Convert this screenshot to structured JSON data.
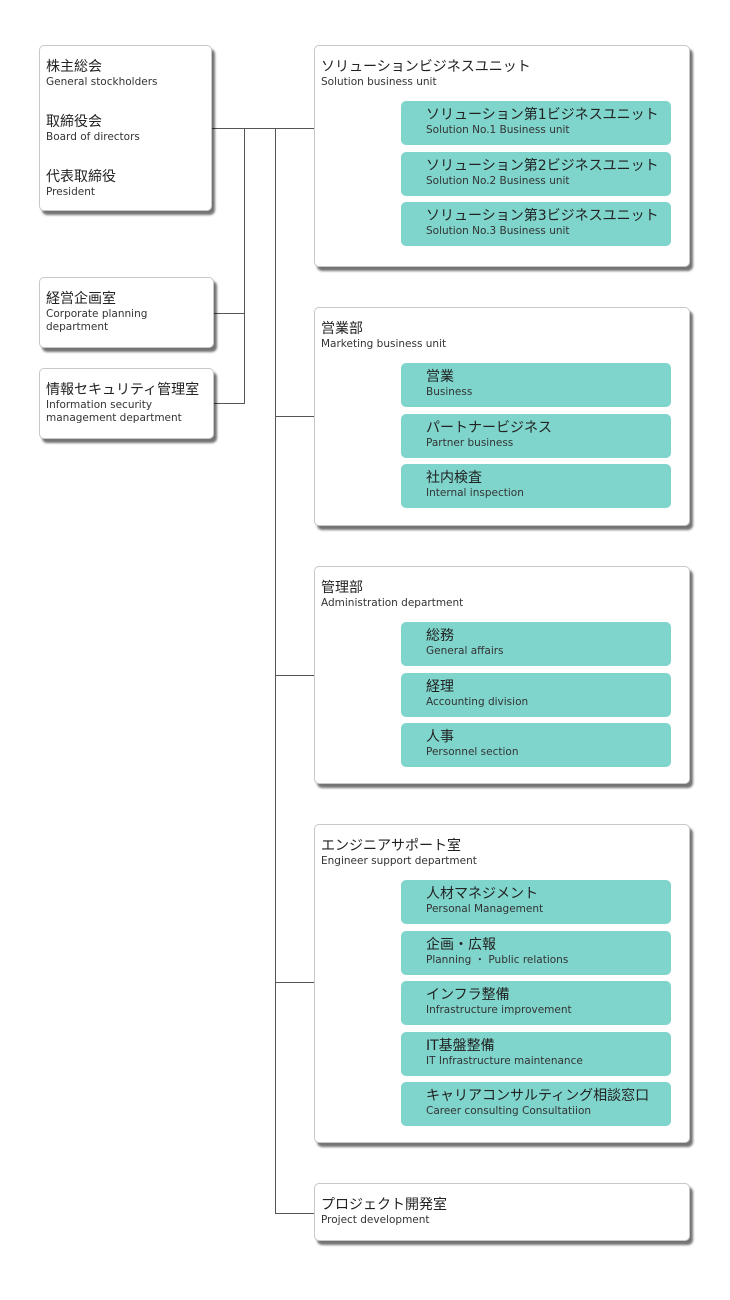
{
  "top_box": [
    {
      "jp": "株主総会",
      "en": "General stockholders"
    },
    {
      "jp": "取締役会",
      "en": "Board of directors"
    },
    {
      "jp": "代表取締役",
      "en": "President"
    }
  ],
  "side_boxes": [
    {
      "jp": "経営企画室",
      "en": "Corporate planning department"
    },
    {
      "jp": "情報セキュリティ管理室",
      "en": "Information security management department"
    }
  ],
  "units": [
    {
      "jp": "ソリューションビジネスユニット",
      "en": "Solution business unit",
      "children": [
        {
          "jp": "ソリューション第1ビジネスユニット",
          "en": "Solution No.1 Business unit"
        },
        {
          "jp": "ソリューション第2ビジネスユニット",
          "en": "Solution No.2 Business unit"
        },
        {
          "jp": "ソリューション第3ビジネスユニット",
          "en": "Solution No.3 Business unit"
        }
      ]
    },
    {
      "jp": "営業部",
      "en": "Marketing business unit",
      "children": [
        {
          "jp": "営業",
          "en": "Business"
        },
        {
          "jp": "パートナービジネス",
          "en": "Partner business"
        },
        {
          "jp": "社内検査",
          "en": "Internal inspection"
        }
      ]
    },
    {
      "jp": "管理部",
      "en": "Administration department",
      "children": [
        {
          "jp": "総務",
          "en": "General affairs"
        },
        {
          "jp": "経理",
          "en": "Accounting division"
        },
        {
          "jp": "人事",
          "en": "Personnel section"
        }
      ]
    },
    {
      "jp": "エンジニアサポート室",
      "en": "Engineer support department",
      "children": [
        {
          "jp": "人材マネジメント",
          "en": "Personal Management"
        },
        {
          "jp": "企画・広報",
          "en": "Planning ・ Public relations"
        },
        {
          "jp": "インフラ整備",
          "en": "Infrastructure improvement"
        },
        {
          "jp": "IT基盤整備",
          "en": "IT Infrastructure maintenance"
        },
        {
          "jp": "キャリアコンサルティング相談窓口",
          "en": "Career consulting Consultatiion"
        }
      ]
    },
    {
      "jp": "プロジェクト開発室",
      "en": "Project development",
      "children": []
    }
  ],
  "colors": {
    "sub_unit_fill": "#7fd5cc",
    "connector": "#555555"
  }
}
